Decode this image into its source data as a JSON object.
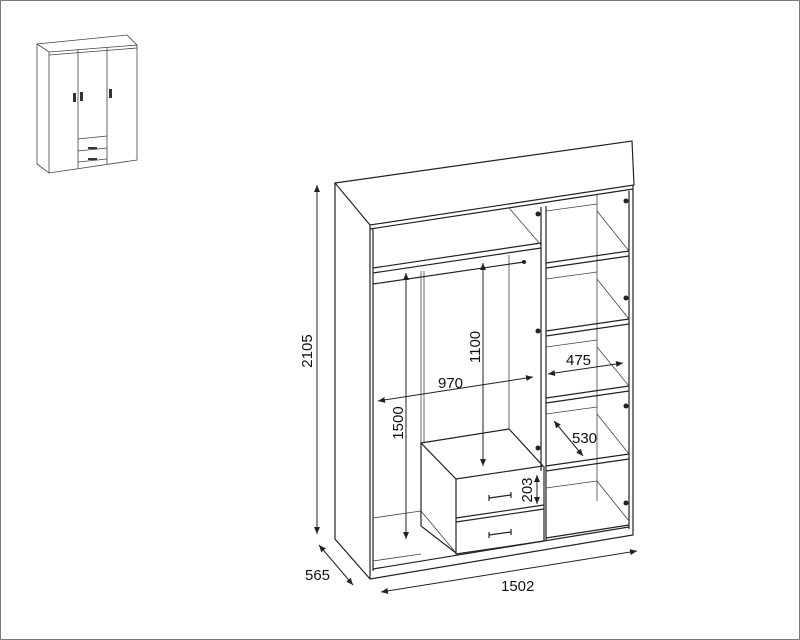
{
  "title": "Wardrobe dimension drawing",
  "dimensions": {
    "height": "2105",
    "depth": "565",
    "width": "1502",
    "hanging_height_left": "1500",
    "hanging_height_center": "1100",
    "hanging_width": "970",
    "shelf_width": "475",
    "shelf_depth": "530",
    "drawer_height": "203"
  },
  "colors": {
    "line": "#222222",
    "background": "#ffffff"
  }
}
